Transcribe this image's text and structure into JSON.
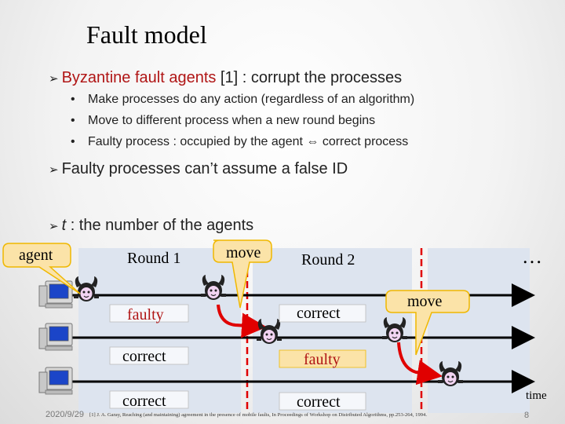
{
  "slide": {
    "title": "Fault model",
    "bullets": {
      "b1_prefix": "Byzantine fault agents",
      "b1_suffix": " [1] : corrupt the processes",
      "sub": [
        "Make processes do any action (regardless of an algorithm)",
        "Move to different process when a new round begins",
        "Faulty process : occupied by the agent ⇔ correct process"
      ],
      "b2": "Faulty processes can’t assume a false ID",
      "b3_var": "t",
      "b3_rest": " : the number of the agents"
    }
  },
  "diagram": {
    "agent_label": "agent",
    "round1": "Round 1",
    "round2": "Round 2",
    "move1": "move",
    "move2": "move",
    "ellipsis": "…",
    "time_label": "time",
    "states_round1": [
      "faulty",
      "correct",
      "correct"
    ],
    "states_round2": [
      "correct",
      "faulty",
      "correct"
    ],
    "colors": {
      "round_panel": "#dde4ef",
      "red_arrow": "#e00000",
      "bubble": "#fbe3a8",
      "bubble_stroke": "#f0b800",
      "title_red": "#b01515"
    }
  },
  "footer": {
    "date": "2020/9/29",
    "reference": "[1] J. A. Garay, Reaching (and maintaining) agreement in the presence of mobile faults, In Proceedings of Workshop on Distributed Algorithms, pp.253-264, 1994.",
    "page": "8"
  }
}
